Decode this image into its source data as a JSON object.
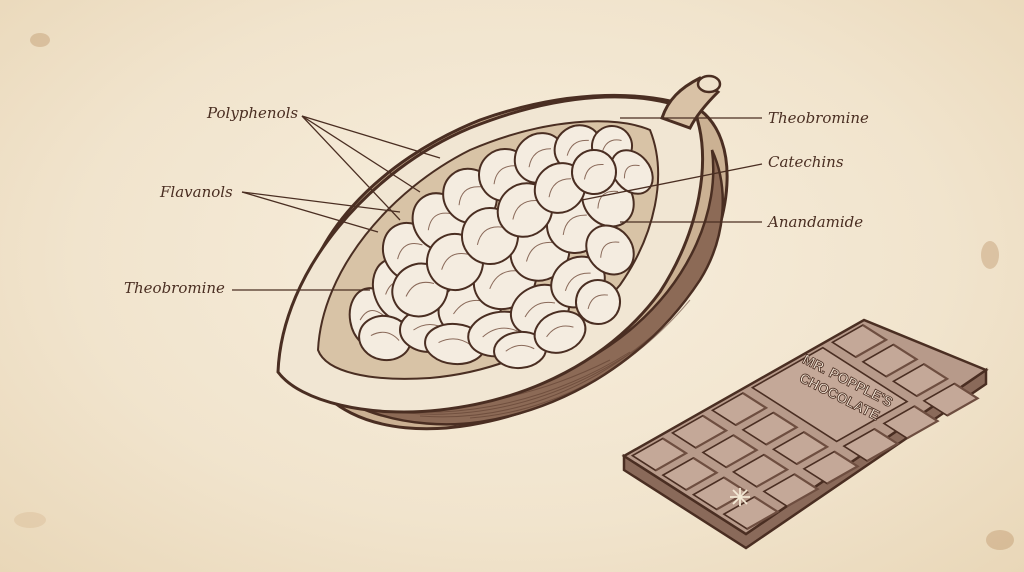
{
  "diagram": {
    "labels_left": [
      "Polyphenols",
      "Flavanols",
      "Theobromine"
    ],
    "labels_right": [
      "Theobromine",
      "Catechins",
      "Anandamide"
    ]
  },
  "chocolate_bar": {
    "brand_line1": "MR. POPPLE'S",
    "brand_line2": "CHOCOLATE"
  },
  "colors": {
    "ink": "#4a2e22",
    "paper": "#f3e8d4",
    "pod_flesh": "#f1e6d3",
    "pod_outer": "#d9c2a6",
    "bean_fill": "#f4ece0",
    "chocolate_top": "#b79a8a",
    "chocolate_side": "#8a6a5a"
  }
}
